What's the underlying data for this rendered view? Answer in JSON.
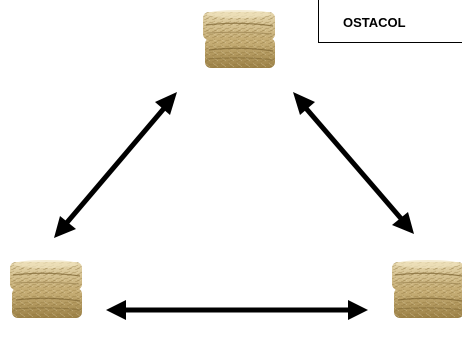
{
  "label": {
    "text": "OSTACOL"
  },
  "nodes": [
    {
      "name": "hay-bale-top",
      "icon": "hay-bale-icon"
    },
    {
      "name": "hay-bale-bottom-left",
      "icon": "hay-bale-icon"
    },
    {
      "name": "hay-bale-bottom-right",
      "icon": "hay-bale-icon"
    }
  ],
  "edges": [
    {
      "from": "hay-bale-top",
      "to": "hay-bale-bottom-left",
      "style": "double-headed-arrow"
    },
    {
      "from": "hay-bale-top",
      "to": "hay-bale-bottom-right",
      "style": "double-headed-arrow"
    },
    {
      "from": "hay-bale-bottom-left",
      "to": "hay-bale-bottom-right",
      "style": "double-headed-arrow"
    }
  ],
  "colors": {
    "hay_light": "#d9c79a",
    "hay_mid": "#b89f64",
    "hay_dark": "#8a7038",
    "arrow": "#000000"
  }
}
